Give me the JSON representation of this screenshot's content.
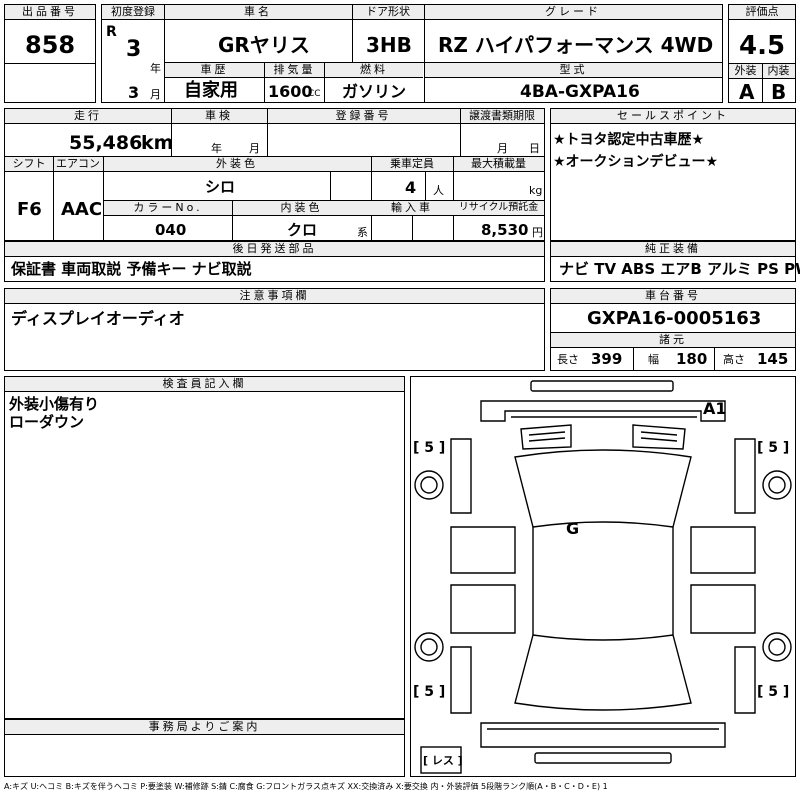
{
  "headers": {
    "lot_no": "出品番号",
    "first_reg": "初度登録",
    "car_name": "車名",
    "door_type": "ドア形状",
    "grade": "グレード",
    "score": "評価点",
    "history": "車歴",
    "displacement": "排気量",
    "fuel": "燃料",
    "model_code": "型式",
    "exterior": "外装",
    "interior": "内装",
    "mileage": "走行",
    "inspection": "車検",
    "reg_no": "登録番号",
    "transfer_deadline": "譲渡書類期限",
    "sales_points": "セールスポイント",
    "shift": "シフト",
    "aircon": "エアコン",
    "ext_color": "外装色",
    "capacity": "乗車定員",
    "max_load": "最大積載量",
    "color_no": "カラーNo.",
    "int_color": "内装色",
    "import": "輸入車",
    "recycle": "リサイクル預託金",
    "later_parts": "後日発送部品",
    "std_equipment": "純正装備",
    "notes": "注意事項欄",
    "chassis_no": "車台番号",
    "specs": "諸元",
    "inspector": "検査員記入欄",
    "office": "事務局よりご案内"
  },
  "vehicle": {
    "lot_no": "858",
    "era": "R",
    "year": "3",
    "year_unit": "年",
    "month": "3",
    "month_unit": "月",
    "name": "GRヤリス",
    "door": "3HB",
    "grade": "RZ ハイパフォーマンス 4WD",
    "score": "4.5",
    "history": "自家用",
    "cc": "1600",
    "cc_unit": "CC",
    "fuel": "ガソリン",
    "model_code": "4BA-GXPA16",
    "ext_grade": "A",
    "int_grade": "B",
    "mileage": "55,486",
    "mileage_unit": "km",
    "insp_year_unit": "年",
    "insp_month_unit": "月",
    "deadline_month_unit": "月",
    "deadline_day_unit": "日",
    "shift": "F6",
    "aircon": "AAC",
    "ext_color": "シロ",
    "capacity": "4",
    "capacity_unit": "人",
    "load_unit": "kg",
    "color_no": "040",
    "int_color": "クロ",
    "int_color_unit": "系",
    "recycle": "8,530",
    "recycle_unit": "円",
    "chassis_no": "GXPA16-0005163",
    "length_label": "長さ",
    "length": "399",
    "width_label": "幅",
    "width": "180",
    "height_label": "高さ",
    "height": "145"
  },
  "sales_points": [
    "★トヨタ認定中古車歴★",
    "★オークションデビュー★"
  ],
  "later_parts": "保証書 車両取説 予備キー ナビ取説",
  "equipment": "ナビ TV ABS エアB アルミ PS PW",
  "notes": "ディスプレイオーディオ",
  "inspector_notes": [
    "外装小傷有り",
    "ローダウン"
  ],
  "diagram": {
    "marks": [
      "A1",
      "G"
    ],
    "tire_fl": "[ 5 ]",
    "tire_fr": "[ 5 ]",
    "tire_rl": "[ 5 ]",
    "tire_rr": "[ 5 ]",
    "spare": "[ レス ]"
  },
  "legend": "A:キズ U:ヘコミ B:キズを伴うヘコミ P:要塗装 W:補修跡 S:錆 C:腐食 G:フロントガラス点キズ XX:交換済み X:要交換 内・外装評価 5段階ランク順(A・B・C・D・E) 1"
}
